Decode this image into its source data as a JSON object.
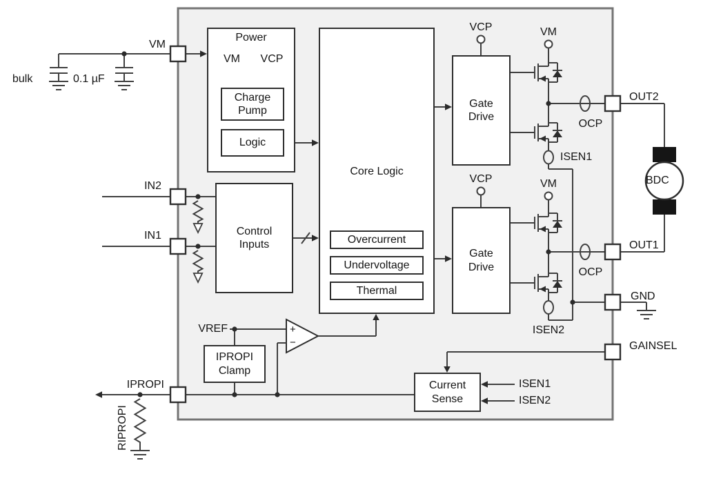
{
  "external": {
    "bulk_label": "bulk",
    "cap_value": "0.1 µF",
    "vm_net": "VM",
    "in2": "IN2",
    "in1": "IN1",
    "ipropi": "IPROPI",
    "ripropi": "RIPROPI",
    "motor": "BDC"
  },
  "pins_right": {
    "out2": "OUT2",
    "out1": "OUT1",
    "gnd": "GND",
    "gainsel": "GAINSEL"
  },
  "power_block": {
    "title": "Power",
    "vm": "VM",
    "vcp": "VCP",
    "charge_pump": "Charge Pump",
    "logic": "Logic"
  },
  "control_inputs": {
    "label": "Control Inputs"
  },
  "core_logic": {
    "title": "Core Logic",
    "overcurrent": "Overcurrent",
    "undervoltage": "Undervoltage",
    "thermal": "Thermal"
  },
  "bridge_top": {
    "vcp": "VCP",
    "vm": "VM",
    "gate_drive": "Gate Drive",
    "ocp": "OCP",
    "isen": "ISEN1"
  },
  "bridge_bottom": {
    "vcp": "VCP",
    "vm": "VM",
    "gate_drive": "Gate Drive",
    "ocp": "OCP",
    "isen": "ISEN2"
  },
  "current_sense": {
    "label": "Current Sense",
    "isen1": "ISEN1",
    "isen2": "ISEN2"
  },
  "comparator": {
    "vref": "VREF",
    "plus": "+",
    "minus": "−"
  },
  "ipropi_clamp": {
    "label": "IPROPI Clamp"
  }
}
